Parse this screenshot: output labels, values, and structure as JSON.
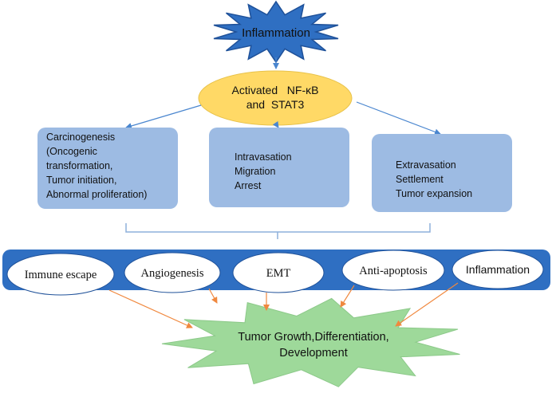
{
  "top": {
    "label": "Inflammation"
  },
  "activator": {
    "line1": "Activated   NF-κB",
    "line2": "and  STAT3"
  },
  "boxes": [
    {
      "lines": [
        "Carcinogenesis",
        "(Oncogenic",
        "transformation,",
        "Tumor initiation,",
        "Abnormal proliferation)"
      ]
    },
    {
      "lines": [
        "Intravasation",
        "Migration",
        "Arrest"
      ]
    },
    {
      "lines": [
        "Extravasation",
        "Settlement",
        "Tumor expansion"
      ]
    }
  ],
  "factors": [
    {
      "label": "Immune escape"
    },
    {
      "label": "Angiogenesis"
    },
    {
      "label": "EMT"
    },
    {
      "label": "Anti-apoptosis"
    },
    {
      "label": "Inflammation"
    }
  ],
  "outcome": {
    "line1": "Tumor Growth,Differentiation,",
    "line2": "Development"
  },
  "colors": {
    "star_top": "#2f6fc2",
    "star_top_stroke": "#1f5199",
    "activator_fill": "#ffd966",
    "box_fill": "#9dbbe3",
    "band_fill": "#2f6fc2",
    "ellipse_fill": "#ffffff",
    "star_bottom": "#9ed99a",
    "arrow_blue": "#4a86cf",
    "arrow_orange": "#f0883e",
    "bracket": "#8eb0dc"
  }
}
